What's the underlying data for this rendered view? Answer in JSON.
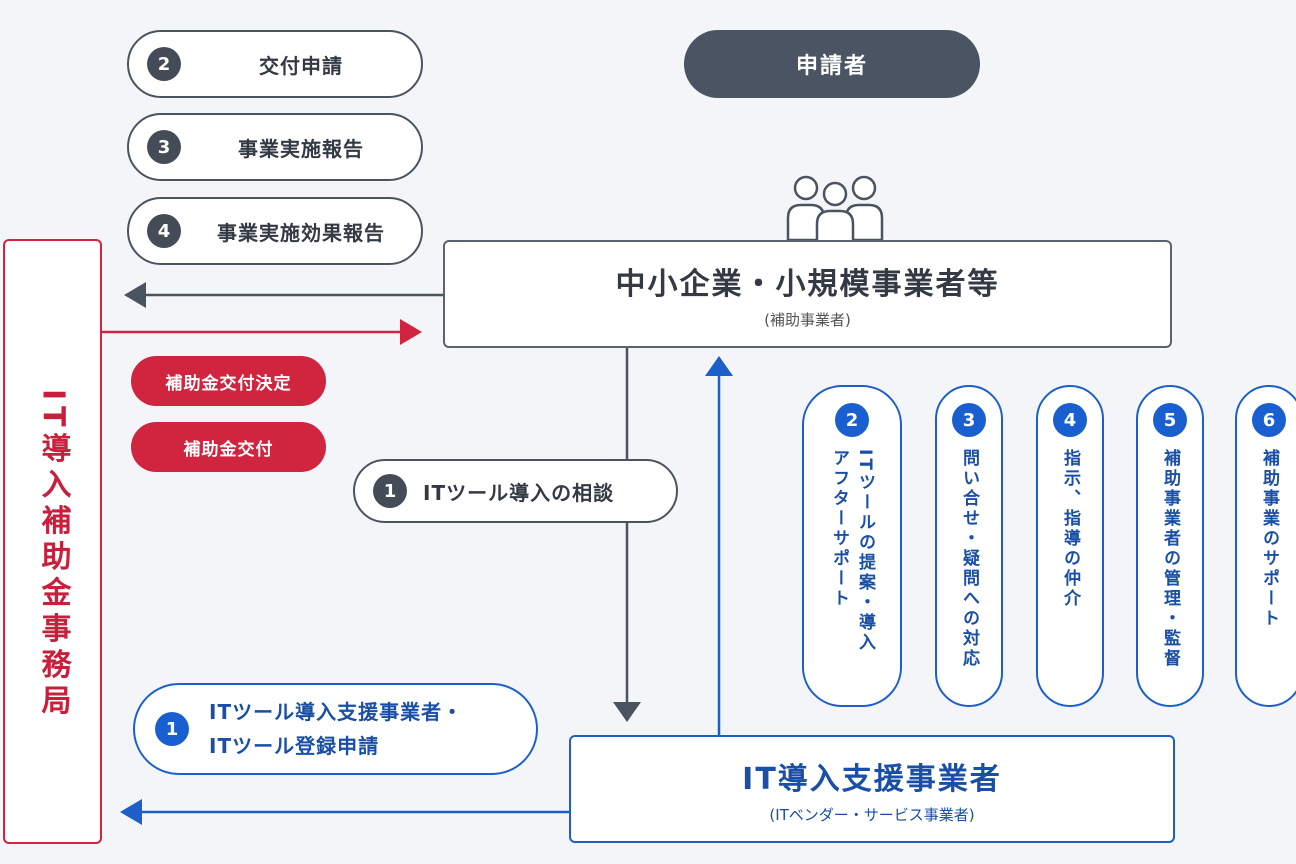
{
  "steps_left": [
    {
      "num": "2",
      "label": "交付申請"
    },
    {
      "num": "3",
      "label": "事業実施報告"
    },
    {
      "num": "4",
      "label": "事業実施効果報告"
    }
  ],
  "applicant_label": "申請者",
  "sme": {
    "title": "中小企業・小規模事業者等",
    "subtitle": "(補助事業者)"
  },
  "office_label": "IT導入補助金事務局",
  "red_pills": [
    "補助金交付決定",
    "補助金交付"
  ],
  "consult": {
    "num": "1",
    "label": "ITツール導入の相談"
  },
  "registration": {
    "num": "1",
    "line1": "ITツール導入支援事業者・",
    "line2": "ITツール登録申請"
  },
  "vendor": {
    "title": "IT導入支援事業者",
    "subtitle": "(ITベンダー・サービス事業者)"
  },
  "support_columns": [
    {
      "num": "2",
      "text": "ITツールの提案・導入\nアフターサポート"
    },
    {
      "num": "3",
      "text": "問い合せ・疑問への対応"
    },
    {
      "num": "4",
      "text": "指示、指導の仲介"
    },
    {
      "num": "5",
      "text": "補助事業者の管理・監督"
    },
    {
      "num": "6",
      "text": "補助事業のサポート"
    }
  ],
  "colors": {
    "grey": "#4a5360",
    "red": "#d0243f",
    "blue": "#1d5fc9",
    "background": "#f3f5f9"
  }
}
